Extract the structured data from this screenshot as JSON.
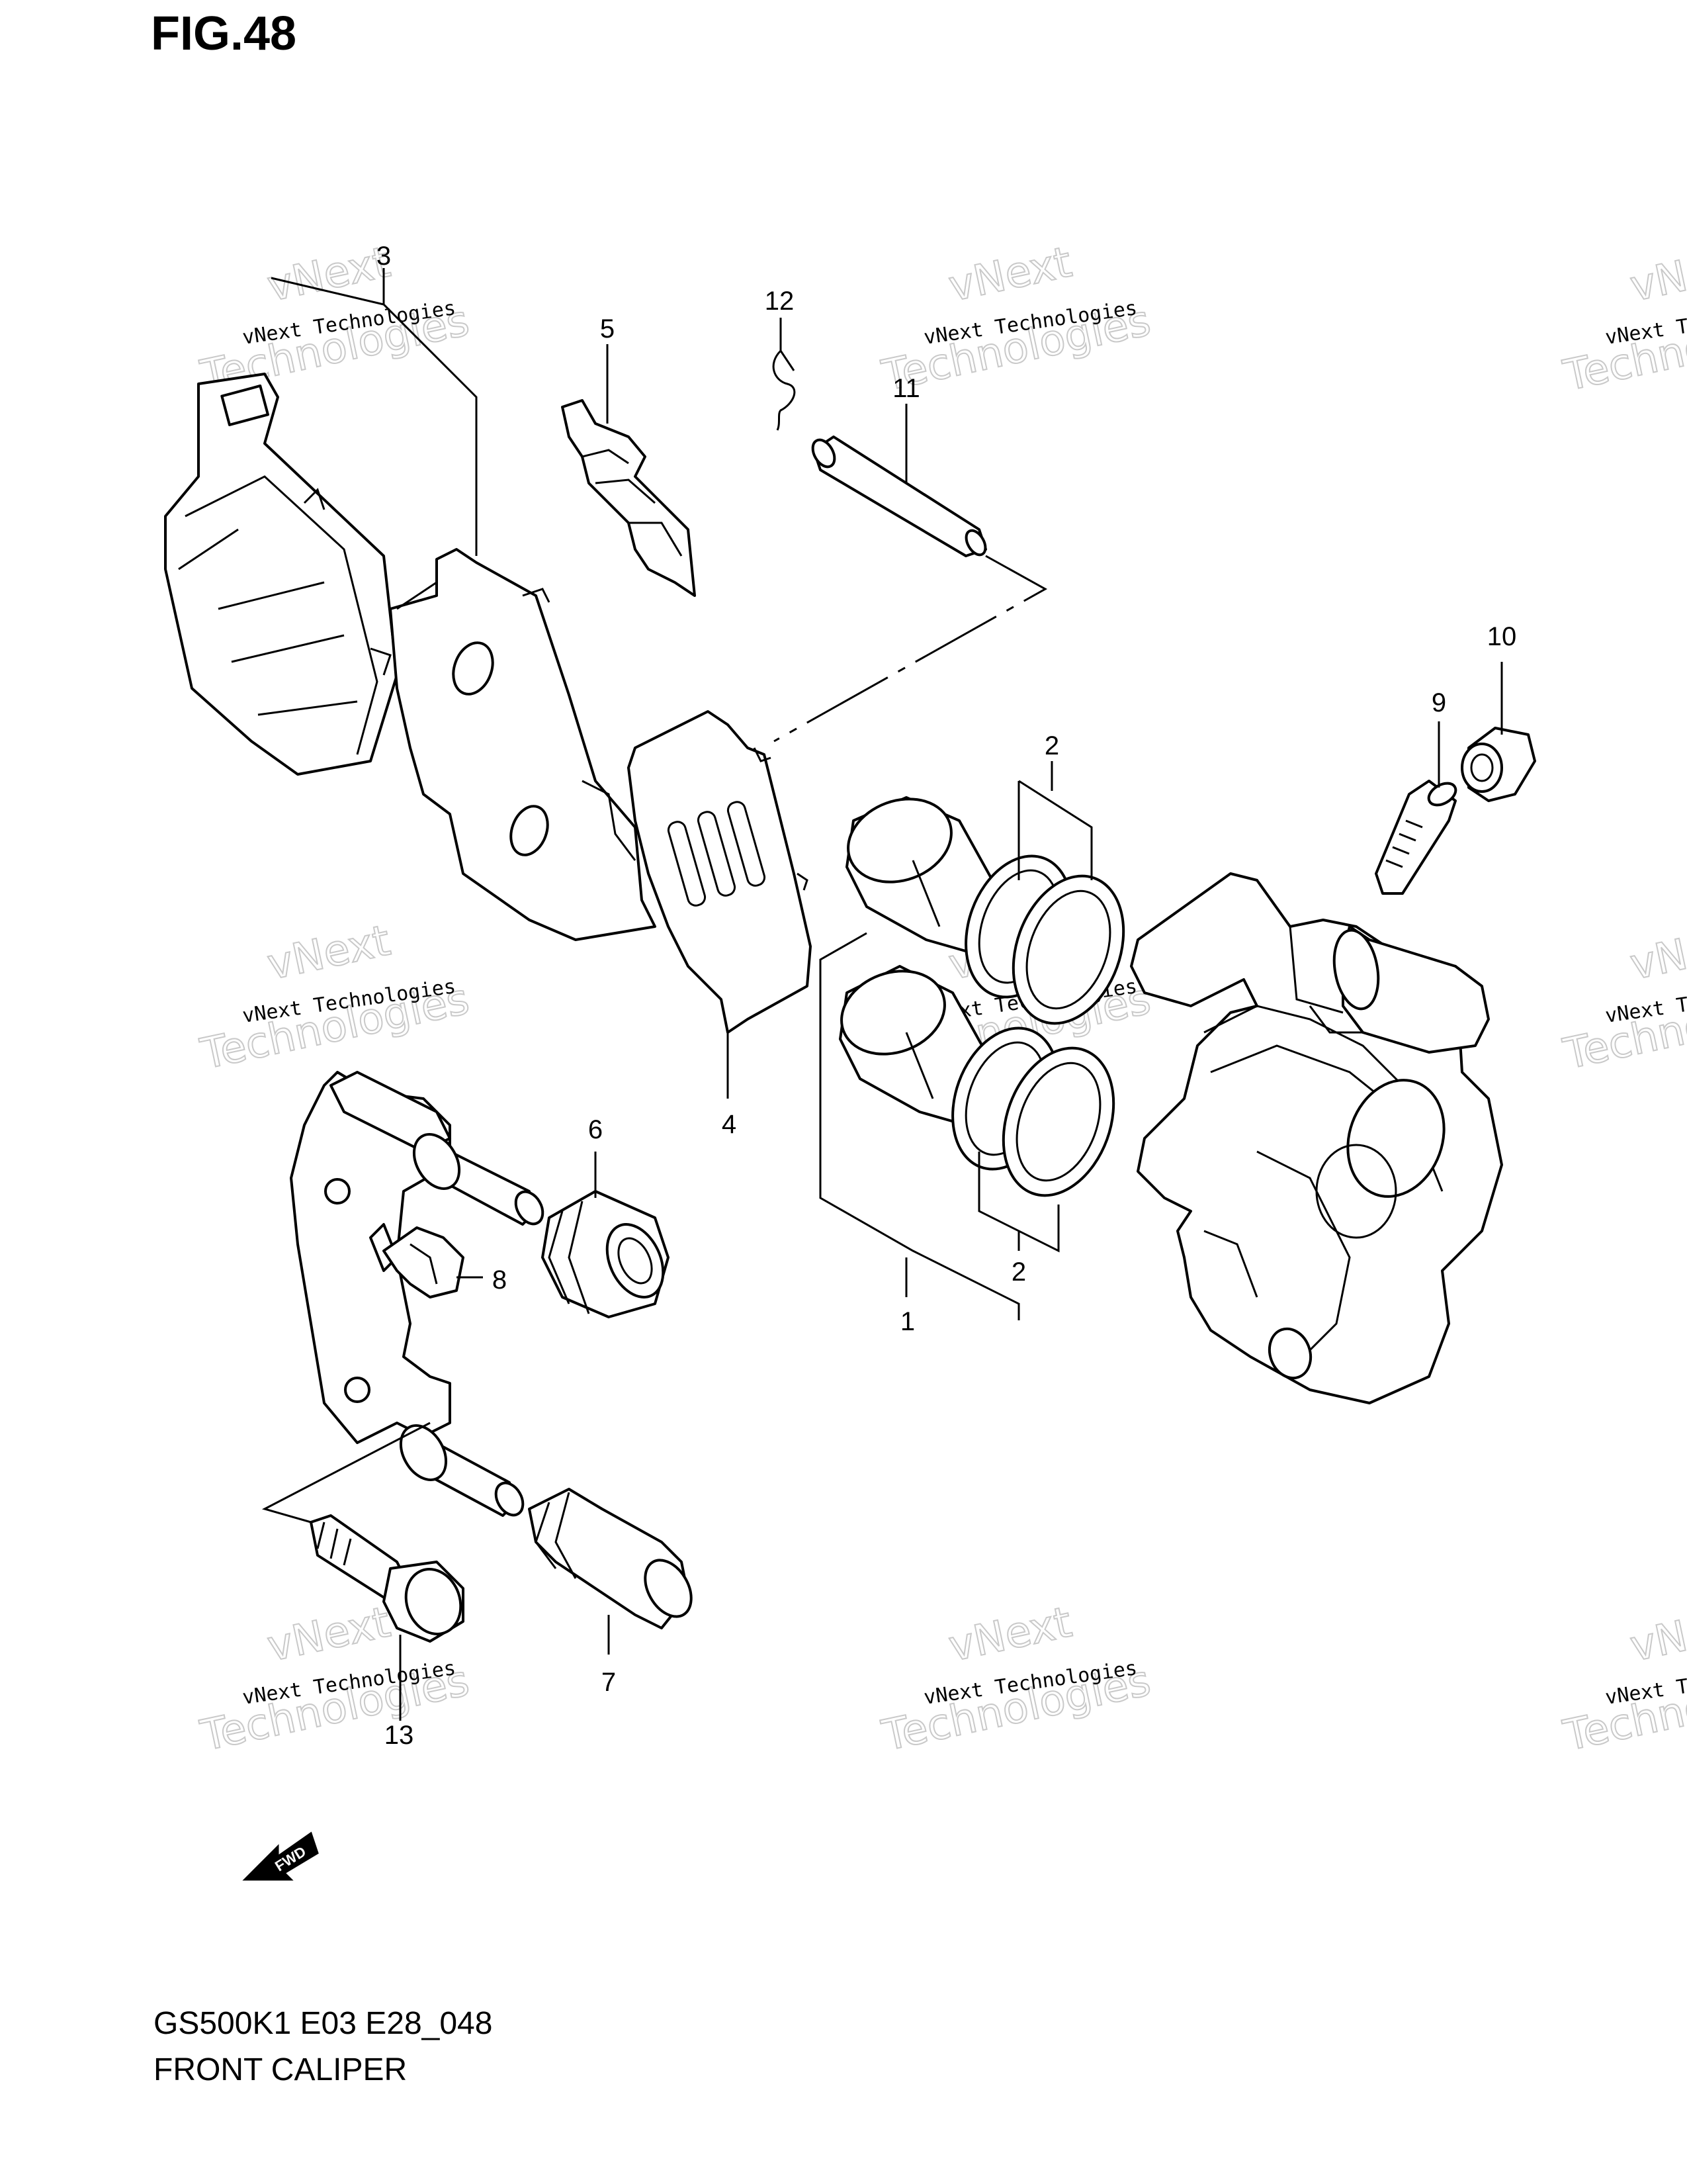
{
  "figure": {
    "title": "FIG.48"
  },
  "footer": {
    "model_code": "GS500K1 E03 E28_048",
    "diagram_title": "FRONT CALIPER"
  },
  "watermark": {
    "line1": "vNext Technologies",
    "line2": "vNext",
    "line3": "Technologies"
  },
  "callouts": [
    "1",
    "2",
    "2",
    "3",
    "4",
    "5",
    "6",
    "7",
    "8",
    "9",
    "10",
    "11",
    "12",
    "13"
  ],
  "fwd_arrow": {
    "label": "FWD"
  }
}
